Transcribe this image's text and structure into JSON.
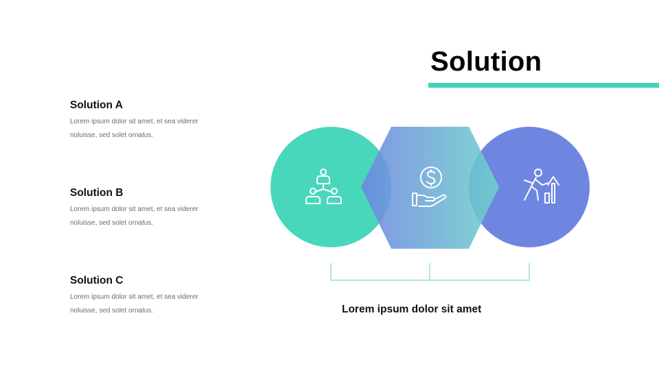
{
  "page": {
    "title": "Solution"
  },
  "solutions": [
    {
      "title": "Solution A",
      "text": "Lorem ipsum dolor sit amet,  et sea viderer noluisse, sed solet ornatus."
    },
    {
      "title": "Solution B",
      "text": "Lorem ipsum dolor sit amet,  et sea viderer noluisse, sed solet ornatus."
    },
    {
      "title": "Solution C",
      "text": "Lorem ipsum dolor sit amet,  et sea viderer noluisse, sed solet ornatus."
    }
  ],
  "diagram": {
    "caption": "Lorem ipsum dolor sit amet",
    "icons": [
      "team-hierarchy-icon",
      "dollar-hand-icon",
      "business-growth-icon"
    ],
    "colors": {
      "accent": "#3FD3B9",
      "circle_left": "#49D7BC",
      "circle_right": "#6F86E1",
      "hexagon_from": "#6F86E1",
      "hexagon_to": "#6ED2CC",
      "bracket": "#7ED6CB"
    }
  }
}
